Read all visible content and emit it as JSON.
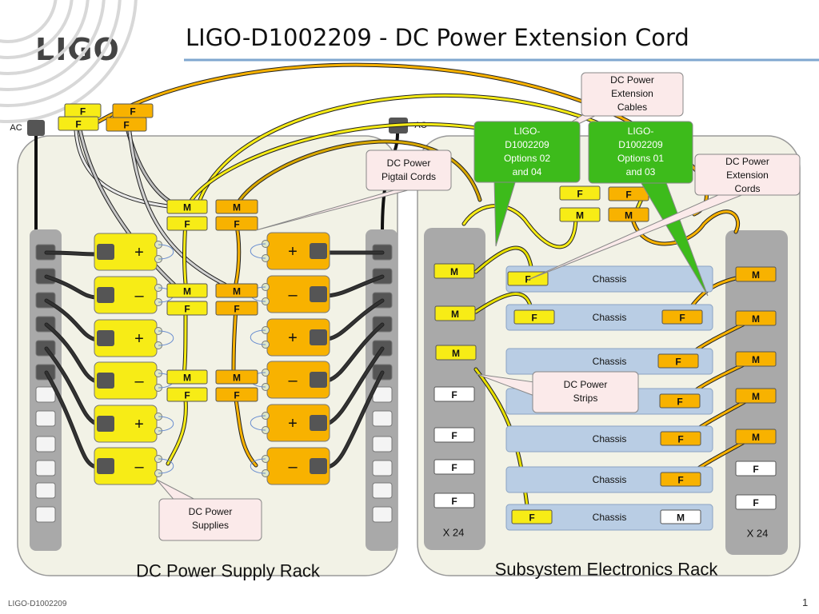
{
  "slide": {
    "title": "LIGO-D1002209 - DC Power Extension Cord",
    "logo": "LIGO",
    "footer": "LIGO-D1002209",
    "page_number": "1"
  },
  "racks": {
    "dc_power_supply": "DC Power Supply Rack",
    "subsystem_electronics": "Subsystem Electronics Rack",
    "count_left": "X 24",
    "count_right": "X 24"
  },
  "callouts": {
    "extension_cables": [
      "DC Power",
      "Extension",
      "Cables"
    ],
    "options_02_04": [
      "LIGO-",
      "D1002209",
      "Options 02",
      "and 04"
    ],
    "options_01_03": [
      "LIGO-",
      "D1002209",
      "Options 01",
      "and 03"
    ],
    "extension_cords": [
      "DC Power",
      "Extension",
      "Cords"
    ],
    "pigtail_cords": [
      "DC Power",
      "Pigtail Cords"
    ],
    "power_strips": [
      "DC Power",
      "Strips"
    ],
    "power_supplies": [
      "DC Power",
      "Supplies"
    ]
  },
  "labels": {
    "ac": "AC",
    "m": "M",
    "f": "F",
    "plus": "+",
    "minus": "–",
    "chassis": "Chassis"
  },
  "colors": {
    "yellow": "#f7ec16",
    "orange": "#f8b200",
    "green": "#3dbb1b",
    "chassis_blue": "#b9cde4",
    "rack_bg": "#f2f2e6",
    "strip_gray": "#a9a9a9",
    "callout_bg": "#fbeaea"
  }
}
